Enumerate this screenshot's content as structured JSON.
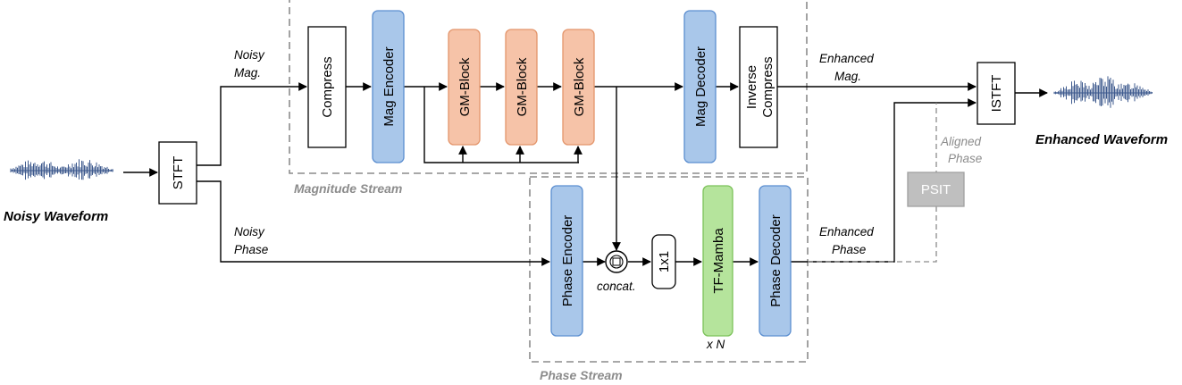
{
  "inputs": {
    "noisy_waveform": "Noisy Waveform"
  },
  "outputs": {
    "enhanced_waveform": "Enhanced Waveform"
  },
  "blocks": {
    "stft": "STFT",
    "istft": "ISTFT",
    "compress": "Compress",
    "mag_encoder": "Mag Encoder",
    "gm_block": "GM-Block",
    "mag_decoder": "Mag Decoder",
    "inverse_compress_line1": "Inverse",
    "inverse_compress_line2": "Compress",
    "phase_encoder": "Phase Encoder",
    "conv_1x1": "1x1",
    "tf_mamba": "TF-Mamba",
    "phase_decoder": "Phase Decoder",
    "psit": "PSIT"
  },
  "labels": {
    "noisy_mag_1": "Noisy",
    "noisy_mag_2": "Mag.",
    "noisy_phase_1": "Noisy",
    "noisy_phase_2": "Phase",
    "enhanced_mag_1": "Enhanced",
    "enhanced_mag_2": "Mag.",
    "enhanced_phase_1": "Enhanced",
    "enhanced_phase_2": "Phase",
    "aligned_phase_1": "Aligned",
    "aligned_phase_2": "Phase",
    "concat": "concat.",
    "repeat": "x N"
  },
  "groups": {
    "magnitude_stream": "Magnitude Stream",
    "phase_stream": "Phase Stream"
  },
  "colors": {
    "encoder_decoder_fill": "#a9c7ea",
    "encoder_decoder_stroke": "#5b8ed0",
    "gm_block_fill": "#f6c3a8",
    "gm_block_stroke": "#e3956b",
    "tf_mamba_fill": "#b5e49c",
    "tf_mamba_stroke": "#7cc25a",
    "psit_fill": "#bfbfbf",
    "group_border": "#8c8c8c",
    "waveform": "#3e5a8e"
  }
}
